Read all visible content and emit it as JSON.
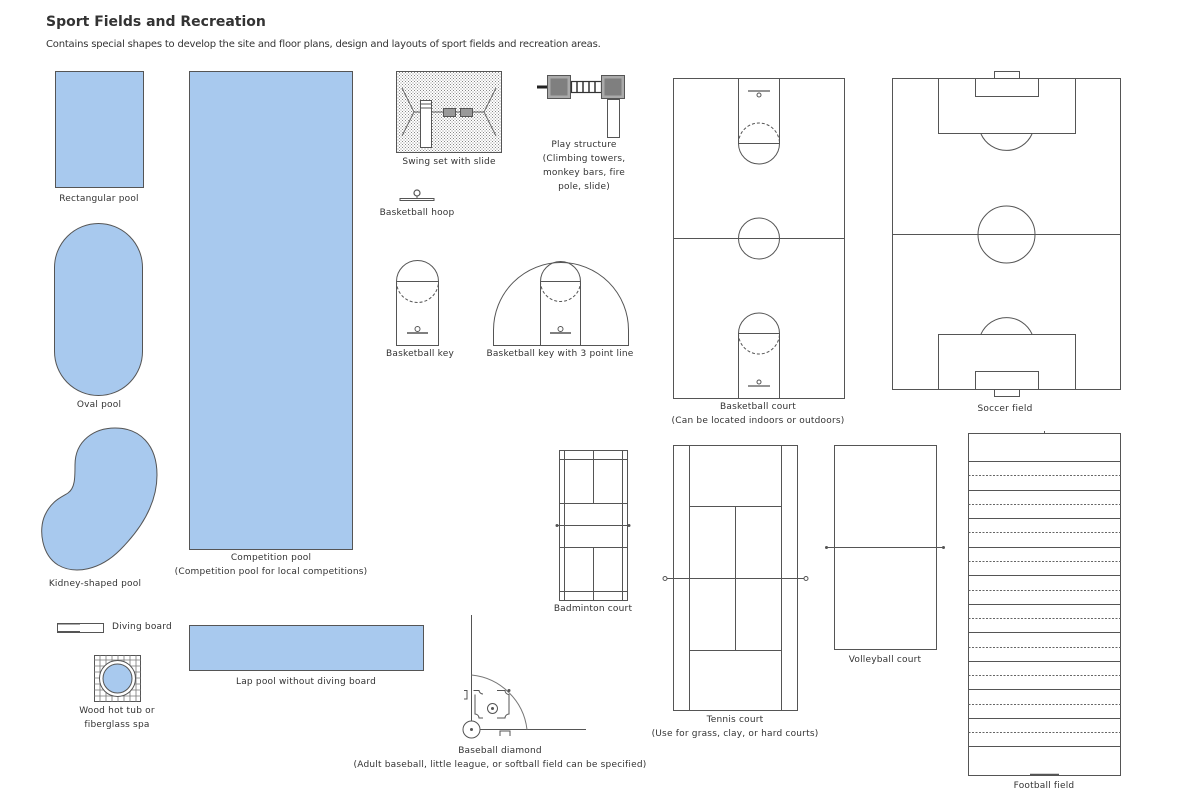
{
  "header": {
    "title": "Sport Fields and Recreation",
    "subtitle": "Contains special shapes  to develop the site and floor plans, design and layouts of sport fields and recreation areas."
  },
  "colors": {
    "pool_fill": "#a8c9ee",
    "stroke": "#555555",
    "structure_fill": "#7f7f7f"
  },
  "shapes": {
    "rectangular_pool": {
      "label": "Rectangular pool"
    },
    "oval_pool": {
      "label": "Oval pool"
    },
    "kidney_pool": {
      "label": "Kidney-shaped pool"
    },
    "competition_pool": {
      "label": "Competition pool",
      "note": "(Competition pool for local competitions)"
    },
    "diving_board": {
      "label": "Diving board"
    },
    "hot_tub": {
      "label_line1": "Wood hot tub or",
      "label_line2": "fiberglass spa"
    },
    "lap_pool": {
      "label": "Lap pool without diving board"
    },
    "swing_set": {
      "label": "Swing set with slide"
    },
    "basketball_hoop": {
      "label": "Basketball hoop"
    },
    "play_structure": {
      "label_line1": "Play structure",
      "label_line2": "(Climbing towers,",
      "label_line3": "monkey bars, fire",
      "label_line4": "pole, slide)"
    },
    "basketball_key": {
      "label": "Basketball key"
    },
    "basketball_key_3pt": {
      "label": "Basketball key with 3 point line"
    },
    "basketball_court": {
      "label": "Basketball court",
      "note": "(Can be located indoors or outdoors)"
    },
    "soccer_field": {
      "label": "Soccer field"
    },
    "badminton_court": {
      "label": "Badminton court"
    },
    "tennis_court": {
      "label": "Tennis court",
      "note": "(Use for grass, clay, or hard courts)"
    },
    "volleyball_court": {
      "label": "Volleyball court"
    },
    "football_field": {
      "label": "Football field"
    },
    "baseball_diamond": {
      "label": "Baseball diamond",
      "note": "(Adult baseball, little league, or softball field can be specified)"
    }
  }
}
